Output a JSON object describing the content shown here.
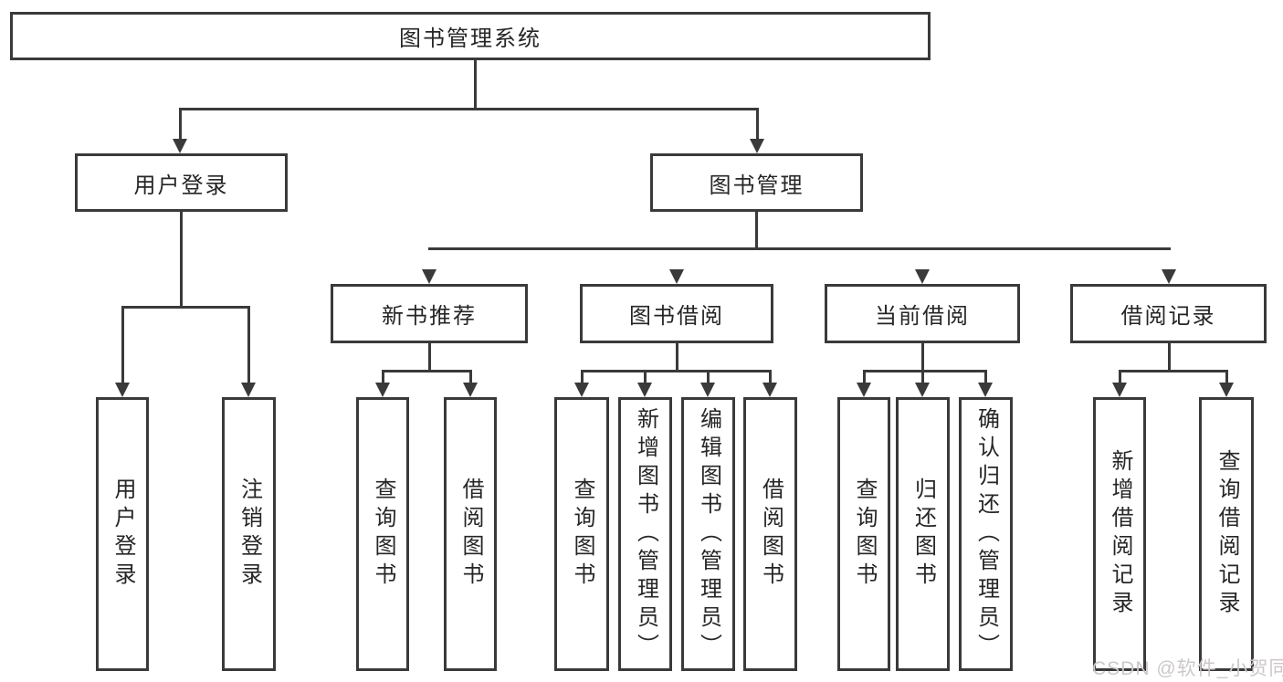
{
  "diagram": {
    "root": "图书管理系统",
    "level2": {
      "user_login": "用户登录",
      "book_management": "图书管理"
    },
    "level3": {
      "new_book_recommend": "新书推荐",
      "book_borrowing": "图书借阅",
      "current_borrowing": "当前借阅",
      "borrowing_records": "借阅记录"
    },
    "leaves": {
      "user_login": [
        "用户登录",
        "注销登录"
      ],
      "new_book_recommend": [
        "查询图书",
        "借阅图书"
      ],
      "book_borrowing": [
        "查询图书",
        "新增图书（管理员）",
        "编辑图书（管理员）",
        "借阅图书"
      ],
      "current_borrowing": [
        "查询图书",
        "归还图书",
        "确认归还（管理员）"
      ],
      "borrowing_records": [
        "新增借阅记录",
        "查询借阅记录"
      ]
    }
  },
  "watermark": "CSDN @软件_小贺同学",
  "colors": {
    "line": "#3a3a3a",
    "text": "#262626",
    "background": "#ffffff",
    "watermark": "#ccc8c8"
  }
}
